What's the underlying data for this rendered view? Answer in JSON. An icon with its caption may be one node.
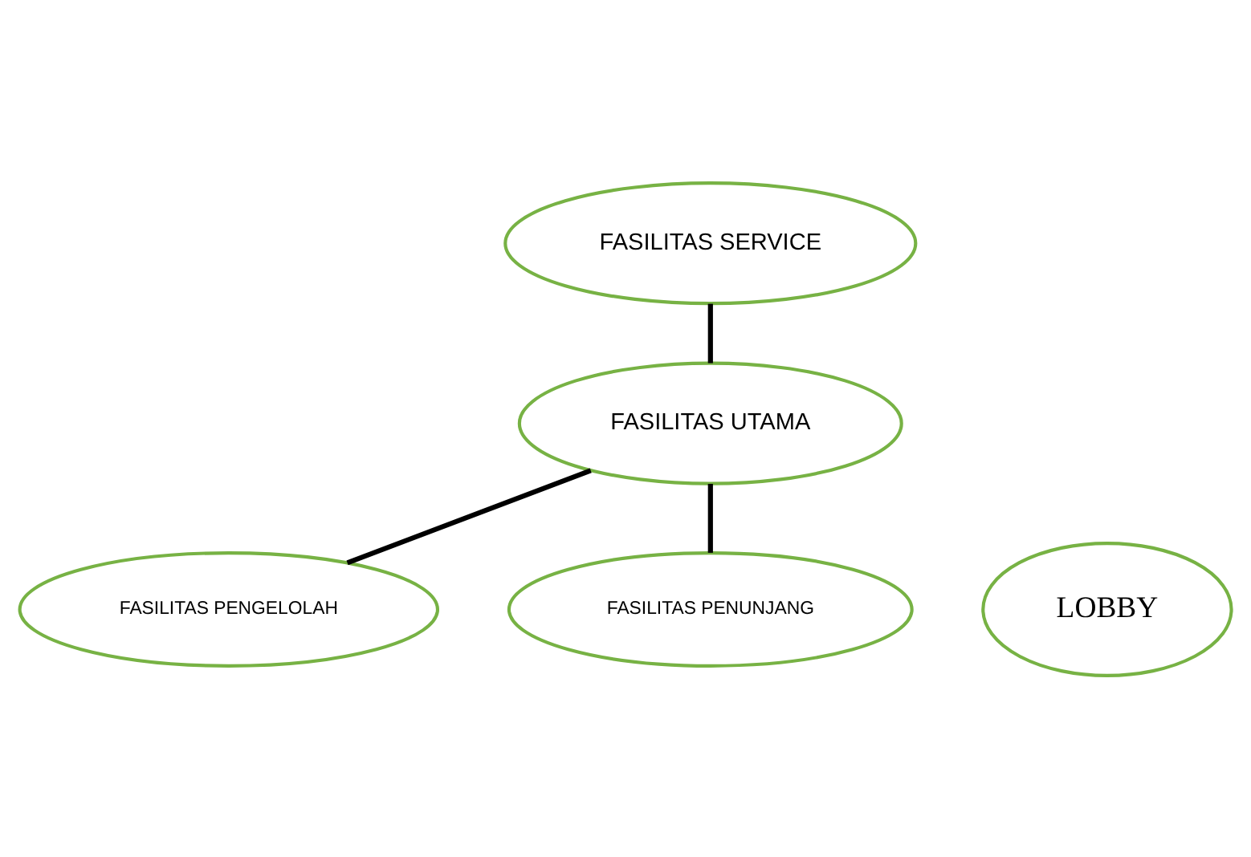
{
  "diagram": {
    "nodes": [
      {
        "text": [
          "FASILITAS SERVICE"
        ]
      },
      {
        "text": [
          "FASILITAS UTAMA"
        ]
      },
      {
        "text": [
          "FASILITAS PENGELOLAH"
        ]
      },
      {
        "text": [
          "FASILITAS PENUNJANG"
        ]
      },
      {
        "text": [
          "LOBBY"
        ]
      }
    ],
    "edges": [
      {
        "from": 0,
        "to": 1,
        "arrow": "none"
      },
      {
        "from": 1,
        "to": 2,
        "arrow": "none"
      },
      {
        "from": 1,
        "to": 3,
        "arrow": "none"
      }
    ]
  }
}
